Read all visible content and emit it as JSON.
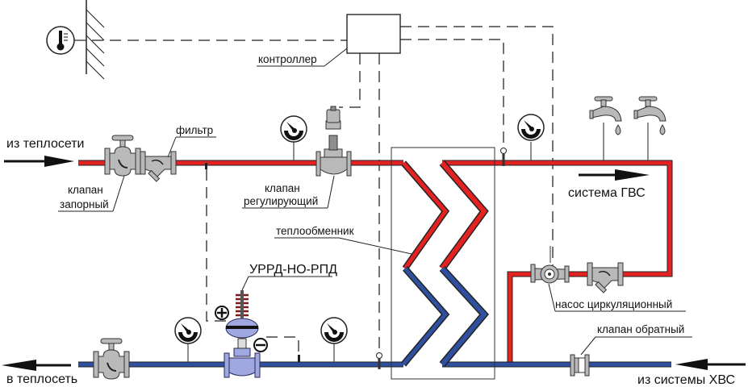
{
  "title": "Схема ИТП с теплообменником ГВС",
  "colors": {
    "supply": "#e52222",
    "return": "#2f4f9f",
    "control_line": "#444444",
    "valve_metal": "#b9b9b9",
    "regulator_metal": "#9fa8e0"
  },
  "labels": {
    "from_heat_network": "из теплосети",
    "to_heat_network": "в теплосеть",
    "filter": "фильтр",
    "shutoff_valve_line1": "клапан",
    "shutoff_valve_line2": "запорный",
    "control_valve_line1": "клапан",
    "control_valve_line2": "регулирующий",
    "controller": "контроллер",
    "heat_exchanger": "теплообменник",
    "pressure_regulator": "УРРД-НО-РПД",
    "dhw_system": "система ГВС",
    "circulation_pump": "насос циркуляционный",
    "check_valve": "клапан обратный",
    "from_cold_water": "из системы ХВС",
    "plus_sign": "+",
    "minus_sign": "−"
  },
  "components": [
    {
      "id": "outdoor-temp-sensor",
      "icon": "thermometer-icon"
    },
    {
      "id": "controller",
      "label_key": "controller"
    },
    {
      "id": "shutoff-valve-supply",
      "icon": "gate-valve-icon"
    },
    {
      "id": "filter-supply",
      "icon": "y-strainer-icon"
    },
    {
      "id": "pressure-gauge-1",
      "icon": "pressure-gauge-icon"
    },
    {
      "id": "control-valve",
      "icon": "control-valve-actuator-icon"
    },
    {
      "id": "heat-exchanger",
      "icon": "heat-exchanger-icon"
    },
    {
      "id": "pressure-gauge-2",
      "icon": "pressure-gauge-icon"
    },
    {
      "id": "faucet-1",
      "icon": "faucet-icon"
    },
    {
      "id": "faucet-2",
      "icon": "faucet-icon"
    },
    {
      "id": "circulation-pump",
      "icon": "pump-icon"
    },
    {
      "id": "filter-dhw",
      "icon": "y-strainer-icon"
    },
    {
      "id": "check-valve",
      "icon": "check-valve-icon"
    },
    {
      "id": "pressure-regulator",
      "icon": "diaphragm-regulator-icon"
    },
    {
      "id": "pressure-gauge-3",
      "icon": "pressure-gauge-icon"
    },
    {
      "id": "pressure-gauge-4",
      "icon": "pressure-gauge-icon"
    },
    {
      "id": "shutoff-valve-return",
      "icon": "gate-valve-icon"
    }
  ]
}
